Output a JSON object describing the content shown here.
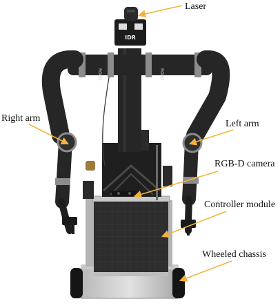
{
  "labels": {
    "laser": "Laser",
    "right_arm": "Right arm",
    "left_arm": "Left arm",
    "rgbd_camera": "RGB-D camera",
    "controller_module": "Controller module",
    "wheeled_chassis": "Wheeled chassis"
  },
  "robot_text": {
    "head_logo": "IDR",
    "left_joint_text": "ROBO",
    "right_joint_text": "ROBO"
  },
  "colors": {
    "arrow": "#F2B33D",
    "robot_body": "#262626",
    "robot_joint": "#8C8C8C",
    "chassis": "#9E9E9E",
    "wheel": "#151515",
    "background": "#FFFFFF"
  }
}
